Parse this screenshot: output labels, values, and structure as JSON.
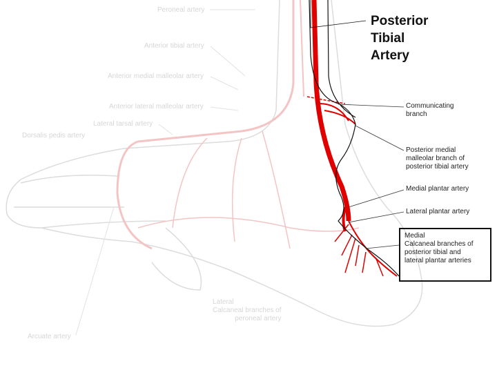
{
  "title": [
    "Posterior",
    "Tibial",
    "Artery"
  ],
  "labels": {
    "communicating": [
      "Communicating",
      "branch"
    ],
    "posterior_medial": [
      "Posterior medial",
      "malleolar branch of",
      "posterior tibial artery"
    ],
    "medial_plantar": "Medial plantar artery",
    "lateral_plantar": "Lateral plantar artery",
    "calcaneal_box": [
      "Medial",
      "Calcaneal branches of",
      "posterior tibial and",
      "lateral plantar arteries"
    ]
  },
  "faint_labels": {
    "peroneal": "Peroneal artery",
    "anterior_tibial": "Anterior tibial artery",
    "ant_medial_malleolar": "Anterior medial malleolar artery",
    "ant_lateral_malleolar": "Anterior lateral malleolar artery",
    "lateral_tarsal": "Lateral tarsal artery",
    "dorsalis_pedis": "Dorsalis pedis artery",
    "lateral_calcaneal": [
      "Lateral",
      "Calcaneal branches of",
      "peroneal artery"
    ],
    "arcuate": "Arcuate artery"
  },
  "colors": {
    "artery": "#e00000",
    "faint_artery": "#f4c4c4",
    "outline": "#dddddd"
  }
}
